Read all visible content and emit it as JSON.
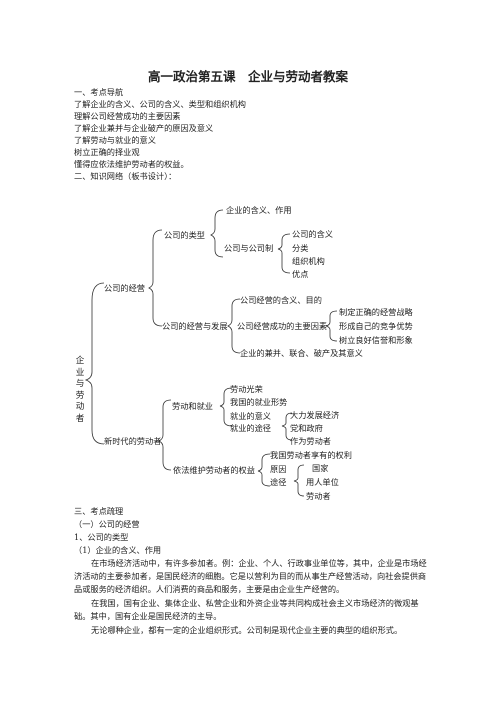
{
  "title": "高一政治第五课　企业与劳动者教案",
  "section1": {
    "heading": "一、考点导航",
    "items": [
      "了解企业的含义、公司的含义、类型和组织机构",
      "理解公司经营成功的主要因素",
      "了解企业兼并与企业破产的原因及意义",
      "了解劳动与就业的意义",
      "树立正确的择业观",
      "懂得应依法维护劳动者的权益。"
    ]
  },
  "section2": {
    "heading": "二、知识网络（板书设计）："
  },
  "tree": {
    "root": [
      "企",
      "业",
      "与",
      "劳",
      "动",
      "者"
    ],
    "company_ops": "公司的经营",
    "company_types": "公司的类型",
    "enterprise_def": "企业的含义、作用",
    "company_system": "公司与公司制",
    "cs_items": [
      "公司的含义",
      "分类",
      "组织机构",
      "优点"
    ],
    "ops_dev": "公司的经营与发展",
    "ops_meaning": "公司经营的含义、目的",
    "success_factors": "公司经营成功的主要因素",
    "sf_items": [
      "制定正确的经营战略",
      "形成自己的竞争优势",
      "树立良好信誉和形象"
    ],
    "merger": "企业的兼并、联合、破产及其意义",
    "new_workers": "新时代的劳动者",
    "labor_employment": "劳动和就业",
    "le_items": [
      "劳动光荣",
      "我国的就业形势",
      "就业的意义",
      "就业的途径"
    ],
    "employ_paths": [
      "大力发展经济",
      "党和政府",
      "作为劳动者"
    ],
    "rights": "依法维护劳动者的权益",
    "rights_items": [
      "我国劳动者享有的权利",
      "原因",
      "途径"
    ],
    "path_items": [
      "国家",
      "用人单位",
      "劳动者"
    ]
  },
  "section3": {
    "heading": "三、考点疏理",
    "sub1": "（一）公司的经营",
    "sub1_1": "1、公司的类型",
    "sub1_1_1": "（1）企业的含义、作用",
    "paragraphs": [
      "在市场经济活动中，有许多参加者。例：企业、个人、行政事业单位等，其中，企业是市场经济活动的主要参加者，是国民经济的细胞。它是以营利为目的而从事生产经营活动，向社会提供商品或服务的经济组织。人们消费的商品和服务，主要是由企业生产经营的。",
      "在我国，国有企业、集体企业、私营企业和外资企业等共同构成社会主义市场经济的微观基础。其中，国有企业是国民经济的主导。",
      "无论哪种企业，都有一定的企业组织形式。公司制是现代企业主要的典型的组织形式。"
    ]
  }
}
